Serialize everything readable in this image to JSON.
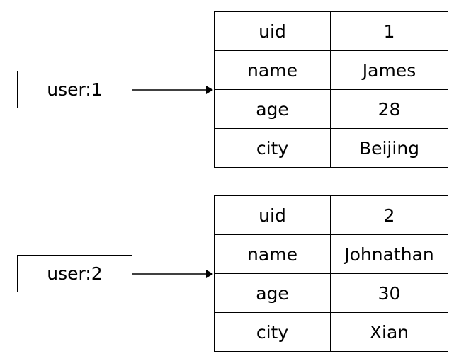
{
  "hashes": [
    {
      "key": "user:1",
      "fields": [
        {
          "field": "uid",
          "value": "1"
        },
        {
          "field": "name",
          "value": "James"
        },
        {
          "field": "age",
          "value": "28"
        },
        {
          "field": "city",
          "value": "Beijing"
        }
      ]
    },
    {
      "key": "user:2",
      "fields": [
        {
          "field": "uid",
          "value": "2"
        },
        {
          "field": "name",
          "value": "Johnathan"
        },
        {
          "field": "age",
          "value": "30"
        },
        {
          "field": "city",
          "value": "Xian"
        }
      ]
    }
  ]
}
